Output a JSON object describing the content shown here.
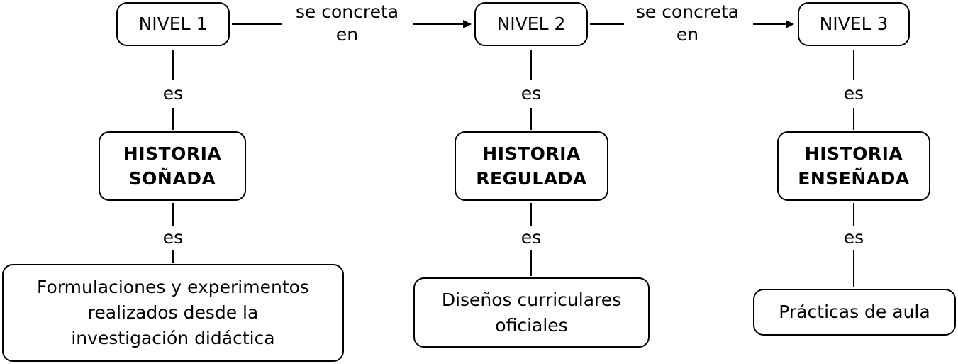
{
  "levels": [
    "NIVEL 1",
    "NIVEL 2",
    "NIVEL 3"
  ],
  "concepts": [
    "HISTORIA\nSOÑADA",
    "HISTORIA\nREGULADA",
    "HISTORIA\nENSEÑADA"
  ],
  "descriptions": [
    "Formulaciones y experimentos\nrealizados desde la\ninvestigación didáctica",
    "Diseños curriculares\noficiales",
    "Prácticas de aula"
  ],
  "links": {
    "concreta": "se concreta\nen",
    "es": "es"
  }
}
